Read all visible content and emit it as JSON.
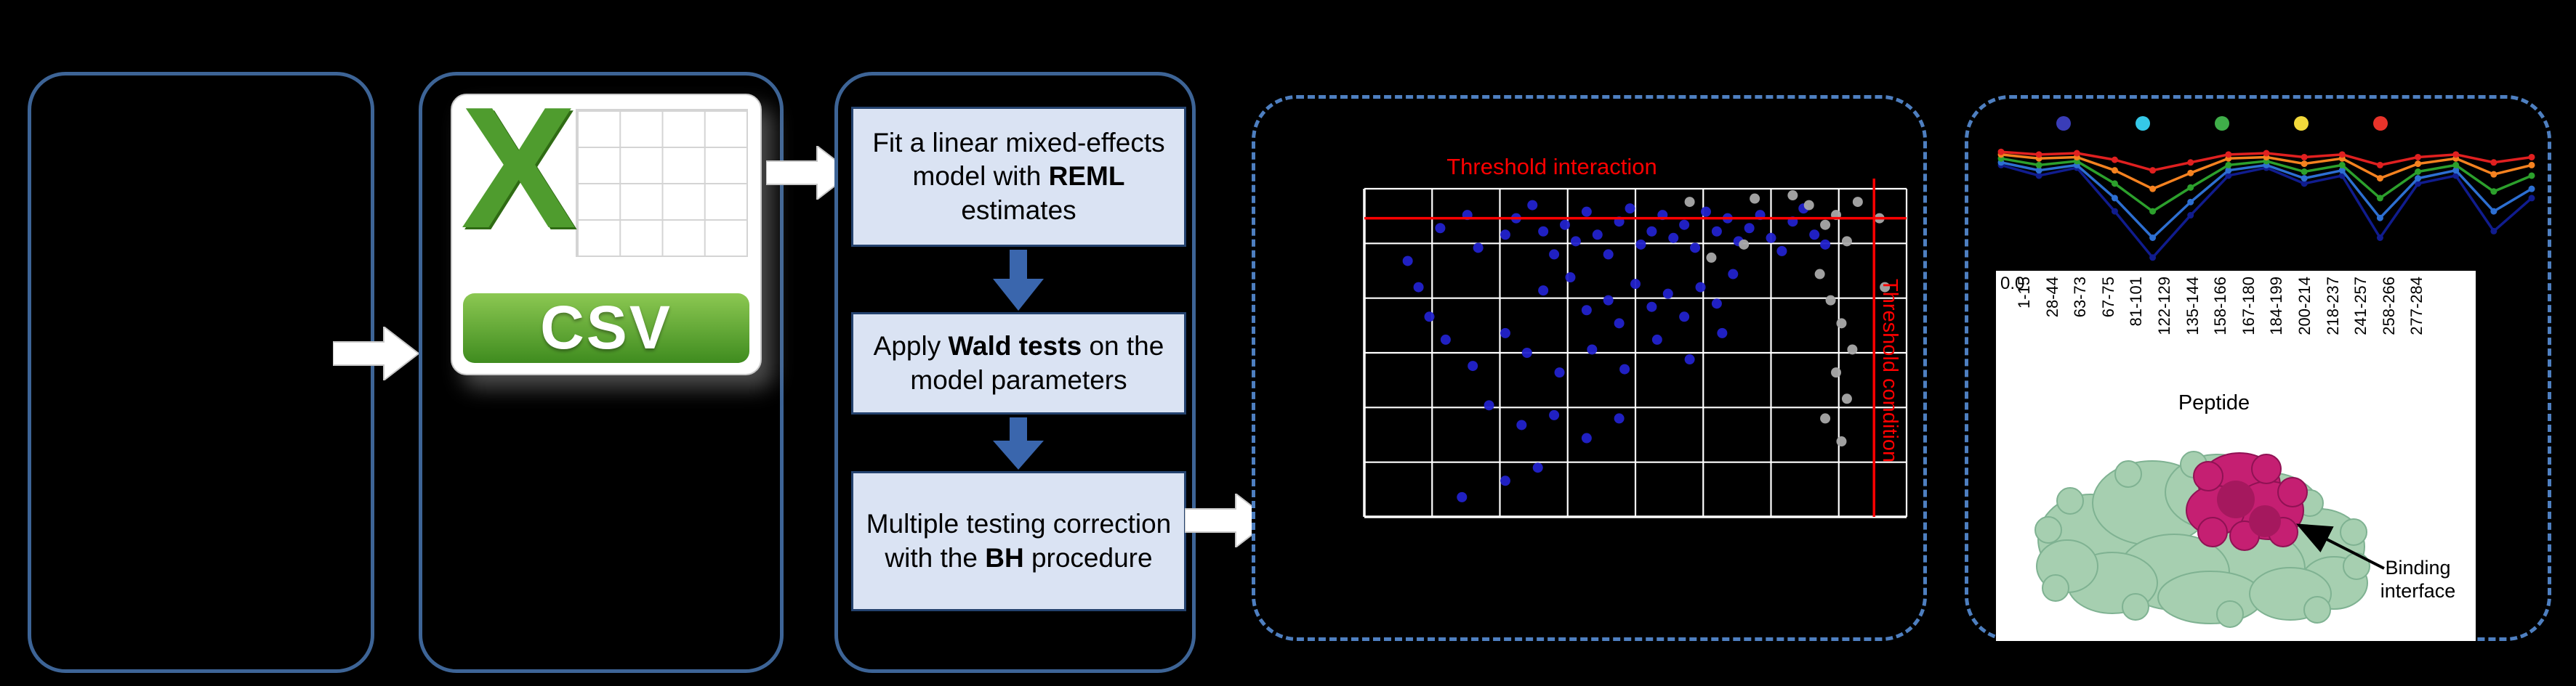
{
  "figure": {
    "csv_icon": {
      "letter": "X",
      "label": "CSV"
    },
    "workflow_steps": [
      {
        "before": "Fit a linear mixed-effects model with ",
        "bold": "REML",
        "after": " estimates"
      },
      {
        "before": "Apply ",
        "bold": "Wald tests",
        "after": " on the model parameters"
      },
      {
        "before": "Multiple testing correction\nwith the ",
        "bold": "BH",
        "after": " procedure"
      }
    ],
    "peptide_plot": {
      "y_tick": "0.0",
      "x_label": "Peptide",
      "peptides": [
        "1-15",
        "28-44",
        "63-73",
        "67-75",
        "81-101",
        "122-129",
        "135-144",
        "158-166",
        "167-180",
        "184-199",
        "200-214",
        "218-237",
        "241-257",
        "258-266",
        "277-284"
      ],
      "annotation": "Binding interface"
    },
    "colors": {
      "panel_border_solid": "#3d6496",
      "panel_border_dashed": "#4e7fc0",
      "step_box_fill": "#dae3f3",
      "step_box_border": "#24426e",
      "flow_arrow_blue": "#3a66ad",
      "threshold_red": "#ff0000",
      "protein_surface_green": "#a6cfb0",
      "binding_site_magenta": "#c51f72"
    }
  },
  "chart_data": [
    {
      "type": "scatter",
      "description": "Global significance scatter plot with red decision thresholds on black background and white grid",
      "grid": {
        "cols": 8,
        "rows": 6
      },
      "thresholds": {
        "horizontal_label": "Threshold interaction",
        "horizontal_y_pct": 9,
        "vertical_label": "Threshold condition",
        "vertical_x_pct": 94,
        "color": "#ff0000"
      },
      "series": [
        {
          "name": "blue-points",
          "color": "#2222cc",
          "points_pct": [
            [
              14,
              12
            ],
            [
              19,
              8
            ],
            [
              21,
              18
            ],
            [
              26,
              14
            ],
            [
              28,
              9
            ],
            [
              31,
              5
            ],
            [
              33,
              13
            ],
            [
              35,
              20
            ],
            [
              37,
              11
            ],
            [
              39,
              16
            ],
            [
              41,
              7
            ],
            [
              43,
              14
            ],
            [
              45,
              20
            ],
            [
              47,
              10
            ],
            [
              49,
              6
            ],
            [
              51,
              17
            ],
            [
              53,
              13
            ],
            [
              55,
              8
            ],
            [
              57,
              15
            ],
            [
              59,
              11
            ],
            [
              61,
              18
            ],
            [
              63,
              7
            ],
            [
              65,
              13
            ],
            [
              67,
              9
            ],
            [
              69,
              16
            ],
            [
              71,
              12
            ],
            [
              73,
              8
            ],
            [
              75,
              15
            ],
            [
              77,
              19
            ],
            [
              79,
              10
            ],
            [
              81,
              6
            ],
            [
              83,
              14
            ],
            [
              85,
              17
            ],
            [
              33,
              31
            ],
            [
              38,
              27
            ],
            [
              41,
              37
            ],
            [
              45,
              34
            ],
            [
              47,
              41
            ],
            [
              50,
              29
            ],
            [
              53,
              36
            ],
            [
              56,
              32
            ],
            [
              59,
              39
            ],
            [
              62,
              30
            ],
            [
              65,
              35
            ],
            [
              68,
              26
            ],
            [
              15,
              46
            ],
            [
              20,
              54
            ],
            [
              26,
              44
            ],
            [
              30,
              50
            ],
            [
              36,
              56
            ],
            [
              42,
              49
            ],
            [
              48,
              55
            ],
            [
              54,
              46
            ],
            [
              60,
              52
            ],
            [
              66,
              44
            ],
            [
              23,
              66
            ],
            [
              29,
              72
            ],
            [
              35,
              69
            ],
            [
              41,
              76
            ],
            [
              47,
              70
            ],
            [
              12,
              39
            ],
            [
              10,
              30
            ],
            [
              26,
              89
            ],
            [
              32,
              85
            ],
            [
              18,
              94
            ],
            [
              8,
              22
            ]
          ]
        },
        {
          "name": "gray-points",
          "color": "#a9a9a9",
          "points_pct": [
            [
              82,
              5
            ],
            [
              85,
              11
            ],
            [
              87,
              8
            ],
            [
              89,
              16
            ],
            [
              91,
              4
            ],
            [
              84,
              26
            ],
            [
              86,
              34
            ],
            [
              88,
              41
            ],
            [
              90,
              49
            ],
            [
              87,
              56
            ],
            [
              89,
              64
            ],
            [
              85,
              70
            ],
            [
              88,
              77
            ],
            [
              64,
              21
            ],
            [
              70,
              17
            ],
            [
              79,
              2
            ],
            [
              95,
              9
            ],
            [
              96,
              30
            ],
            [
              60,
              4
            ],
            [
              72,
              3
            ]
          ]
        }
      ]
    },
    {
      "type": "line",
      "description": "Per-peptide uptake curves over peptide positions with legend dots",
      "x_categories": [
        "1-15",
        "28-44",
        "63-73",
        "67-75",
        "81-101",
        "122-129",
        "135-144",
        "158-166",
        "167-180",
        "184-199",
        "200-214",
        "218-237",
        "241-257",
        "258-266",
        "277-284"
      ],
      "xlabel": "Peptide",
      "ylim_tick": "0.0",
      "legend_dot_colors": [
        "#3a3db8",
        "#35c8e8",
        "#3fae49",
        "#f2d93b",
        "#e8332a"
      ],
      "series": [
        {
          "name": "navy",
          "color": "#101c8e",
          "values": [
            0.8,
            0.72,
            0.78,
            0.45,
            0.1,
            0.42,
            0.72,
            0.78,
            0.66,
            0.72,
            0.25,
            0.66,
            0.72,
            0.3,
            0.55
          ]
        },
        {
          "name": "blue",
          "color": "#2d6fd2",
          "values": [
            0.82,
            0.76,
            0.8,
            0.55,
            0.25,
            0.52,
            0.76,
            0.8,
            0.7,
            0.76,
            0.4,
            0.7,
            0.76,
            0.45,
            0.62
          ]
        },
        {
          "name": "green",
          "color": "#2ca02c",
          "values": [
            0.85,
            0.8,
            0.83,
            0.66,
            0.45,
            0.63,
            0.8,
            0.83,
            0.75,
            0.8,
            0.55,
            0.75,
            0.8,
            0.6,
            0.72
          ]
        },
        {
          "name": "orange",
          "color": "#f58220",
          "values": [
            0.88,
            0.85,
            0.86,
            0.76,
            0.62,
            0.74,
            0.85,
            0.86,
            0.81,
            0.85,
            0.7,
            0.81,
            0.85,
            0.73,
            0.8
          ]
        },
        {
          "name": "red",
          "color": "#e02020",
          "values": [
            0.9,
            0.88,
            0.89,
            0.84,
            0.76,
            0.82,
            0.88,
            0.89,
            0.86,
            0.88,
            0.8,
            0.86,
            0.88,
            0.82,
            0.86
          ]
        }
      ]
    }
  ]
}
